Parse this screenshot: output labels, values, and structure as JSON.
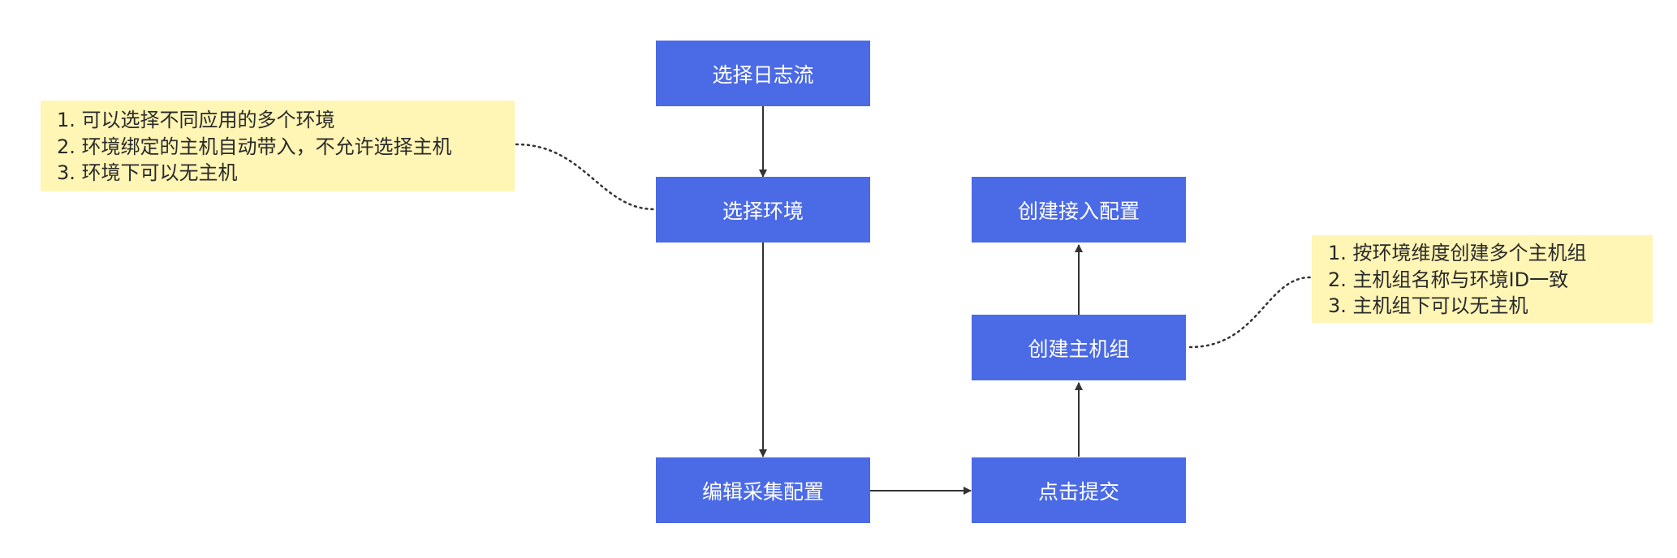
{
  "colors": {
    "node_fill": "#4b6ae6",
    "node_text": "#ffffff",
    "note_fill": "#fff5b4",
    "note_fold": "#e6d486",
    "arrow": "#333333"
  },
  "nodes": {
    "select_log_stream": "选择日志流",
    "select_environment": "选择环境",
    "edit_collection_config": "编辑采集配置",
    "click_submit": "点击提交",
    "create_host_group": "创建主机组",
    "create_access_config": "创建接入配置"
  },
  "notes": {
    "environment": [
      "1. 可以选择不同应用的多个环境",
      "2. 环境绑定的主机自动带入，不允许选择主机",
      "3. 环境下可以无主机"
    ],
    "host_group": [
      "1. 按环境维度创建多个主机组",
      "2. 主机组名称与环境ID一致",
      "3. 主机组下可以无主机"
    ]
  }
}
